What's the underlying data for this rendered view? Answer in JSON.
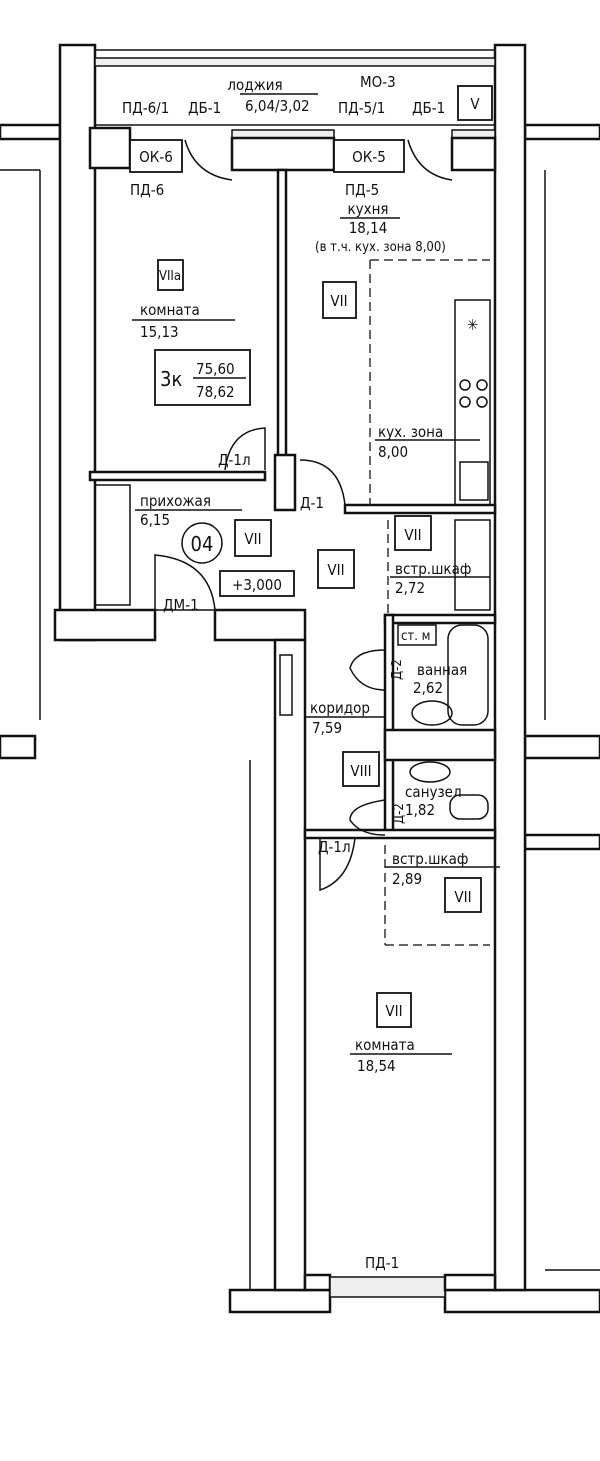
{
  "plan": {
    "apartment_number": "04",
    "apartment_type": "3к",
    "area_living_total": "75,60",
    "area_total": "78,62",
    "level_mark": "+3,000",
    "rooms": {
      "loggia": {
        "name": "лоджия",
        "area": "6,04/3,02"
      },
      "room1": {
        "name": "комната",
        "area": "15,13",
        "class": "VIIа"
      },
      "kitchen": {
        "name": "кухня",
        "area": "18,14",
        "note": "(в т.ч. кух. зона 8,00)",
        "class": "VII"
      },
      "kitchen_zone": {
        "name": "кух. зона",
        "area": "8,00"
      },
      "hall": {
        "name": "прихожая",
        "area": "6,15",
        "class": "VII"
      },
      "hall_class2": "VII",
      "closet1": {
        "name": "встр.шкаф",
        "area": "2,72",
        "class": "VII"
      },
      "bathroom": {
        "name": "ванная",
        "area": "2,62"
      },
      "corridor": {
        "name": "коридор",
        "area": "7,59",
        "class": "VIII"
      },
      "wc": {
        "name": "санузел",
        "area": "1,82"
      },
      "closet2": {
        "name": "встр.шкаф",
        "area": "2,89",
        "class": "VII"
      },
      "room2": {
        "name": "комната",
        "area": "18,54",
        "class": "VII"
      }
    },
    "marks": {
      "mo3": "МО-3",
      "v": "V",
      "pd61": "ПД-6/1",
      "db1a": "ДБ-1",
      "pd51": "ПД-5/1",
      "db1b": "ДБ-1",
      "ok6": "ОК-6",
      "ok5": "ОК-5",
      "pd6": "ПД-6",
      "pd5": "ПД-5",
      "d1l_a": "Д-1л",
      "d1": "Д-1",
      "dm1": "ДМ-1",
      "d2a": "Д-2",
      "d2b": "Д-2",
      "d1l_b": "Д-1л",
      "pd1": "ПД-1",
      "washer": "ст. м"
    }
  }
}
